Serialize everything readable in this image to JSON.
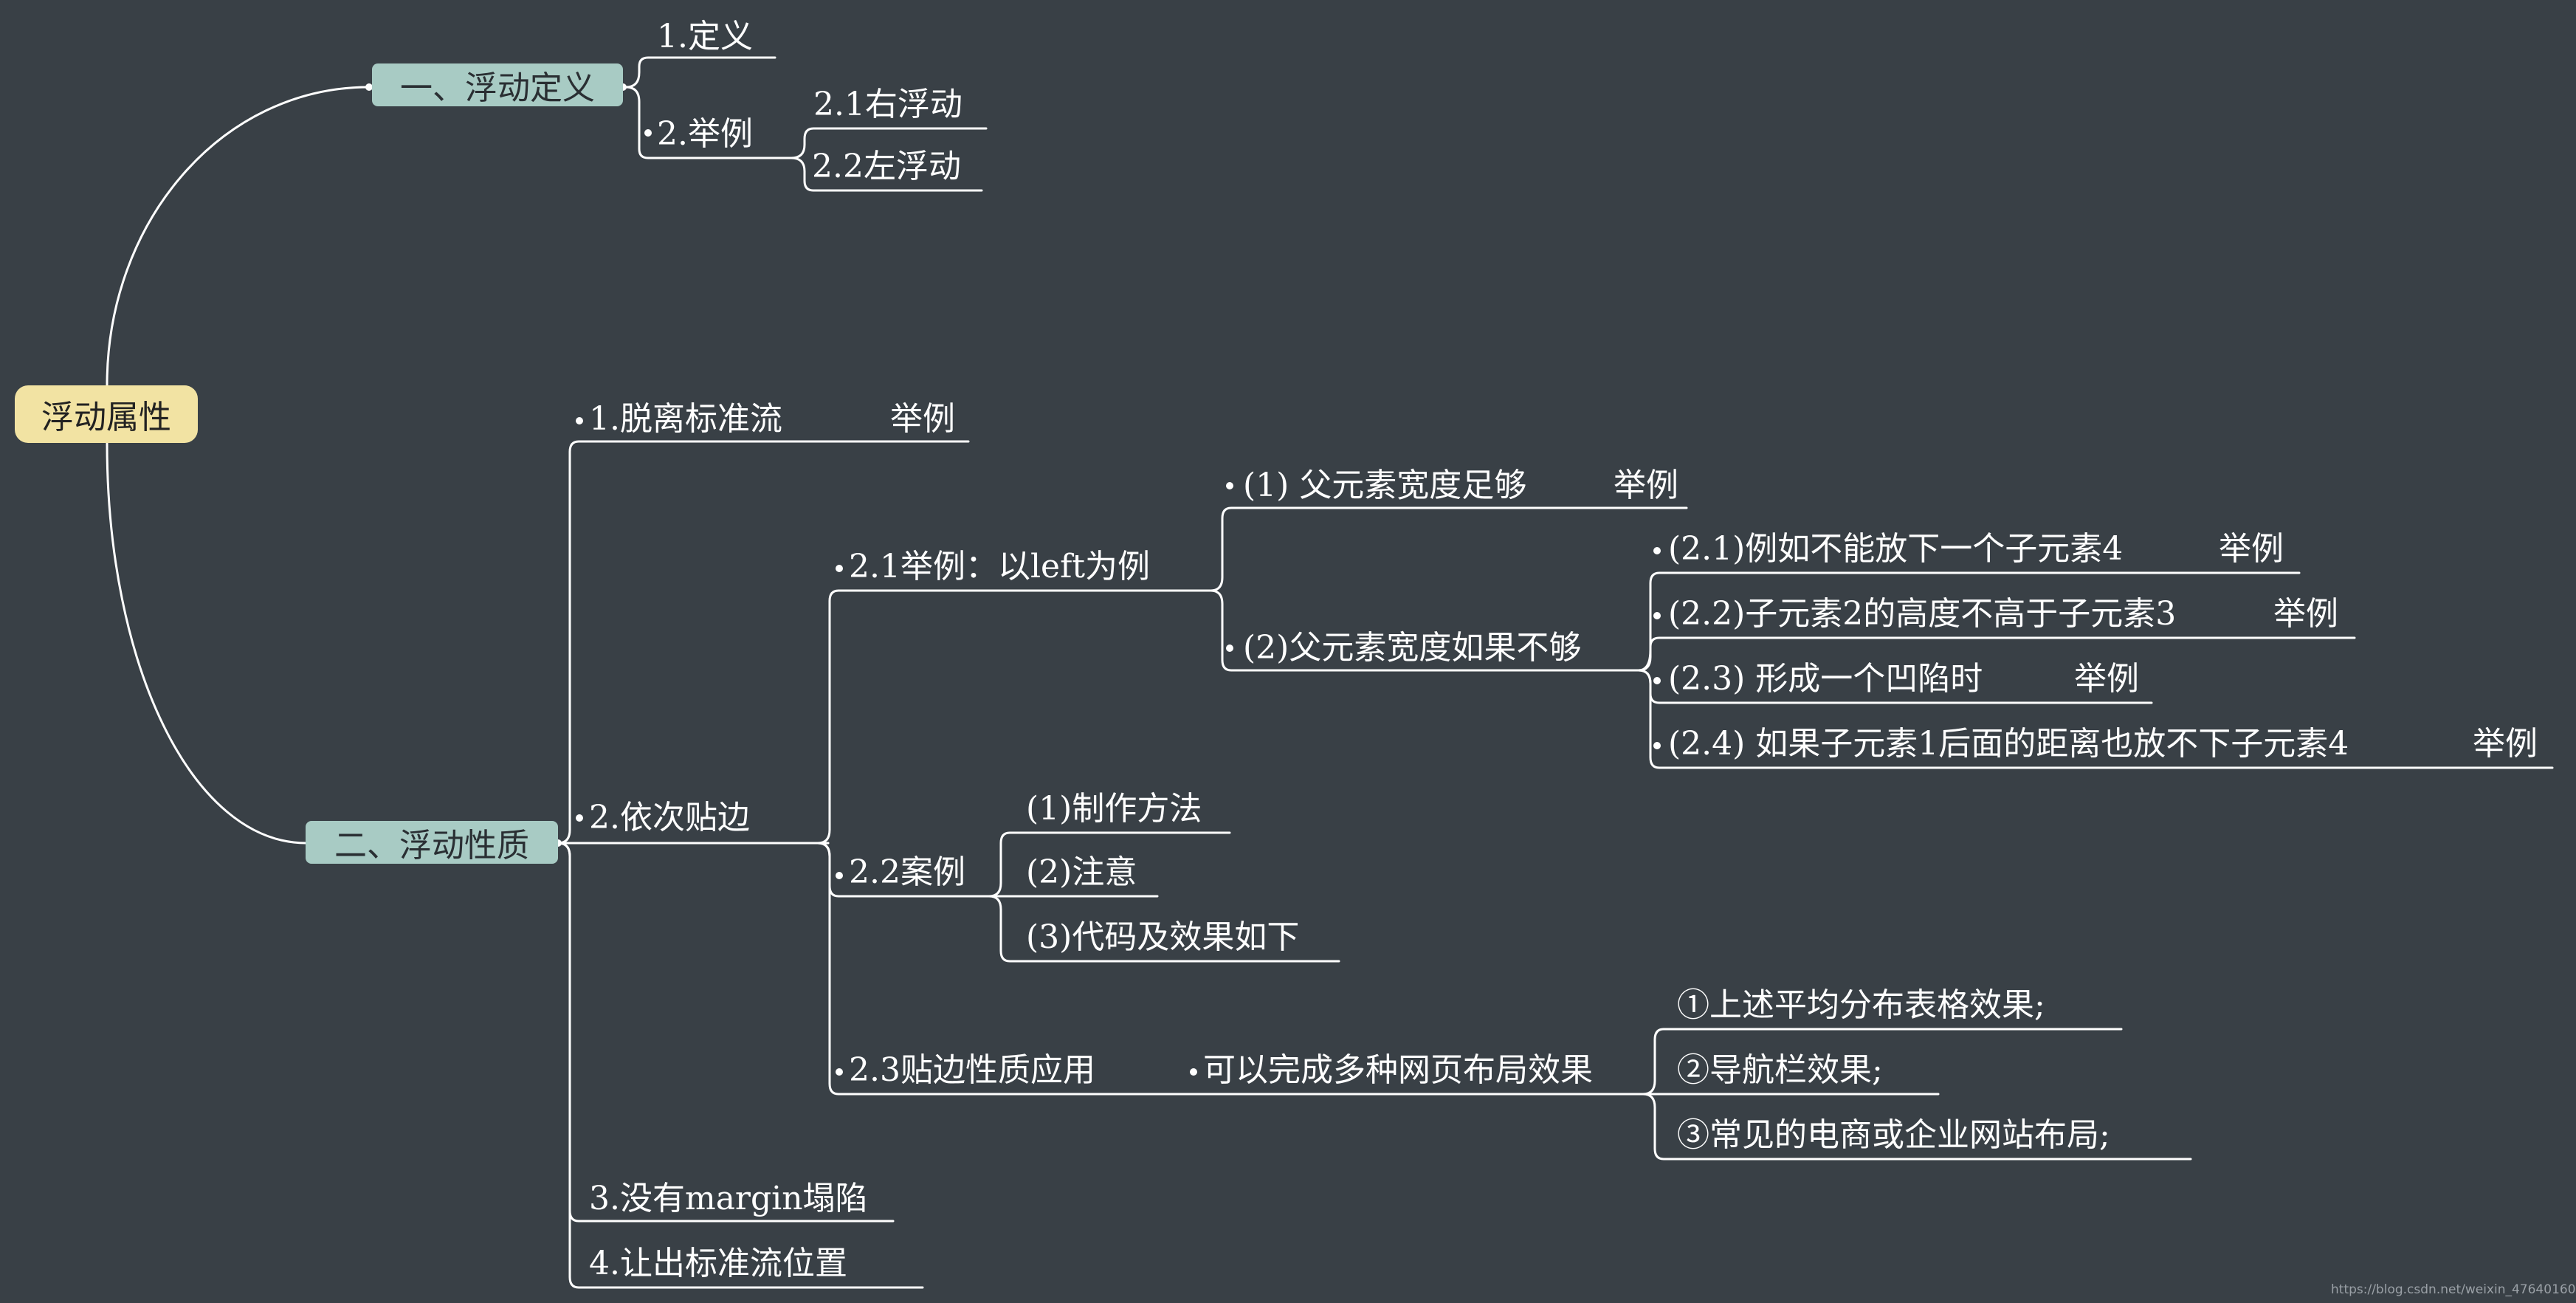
{
  "root": "浮动属性",
  "sec1": {
    "title": "一、浮动定义",
    "n1": "1.定义",
    "n2": "2.举例",
    "n2_1": "2.1右浮动",
    "n2_2": "2.2左浮动"
  },
  "sec2": {
    "title": "二、浮动性质",
    "p1": "1.脱离标准流",
    "p1_ex": "举例",
    "p2": "2.依次贴边",
    "p2_1": "2.1举例：以left为例",
    "p2_1_1": "(1) 父元素宽度足够",
    "p2_1_1_ex": "举例",
    "p2_1_2": "(2)父元素宽度如果不够",
    "c1": "(2.1)例如不能放下一个子元素4",
    "c1_ex": "举例",
    "c2": "(2.2)子元素2的高度不高于子元素3",
    "c2_ex": "举例",
    "c3": "(2.3) 形成一个凹陷时",
    "c3_ex": "举例",
    "c4": "(2.4) 如果子元素1后面的距离也放不下子元素4",
    "c4_ex": "举例",
    "p2_2": "2.2案例",
    "k1": "(1)制作方法",
    "k2": "(2)注意",
    "k3": "(3)代码及效果如下",
    "p2_3": "2.3贴边性质应用",
    "p2_3_1": "可以完成多种网页布局效果",
    "e1": "①上述平均分布表格效果;",
    "e2": "②导航栏效果;",
    "e3": "③常见的电商或企业网站布局;",
    "p3": "3.没有margin塌陷",
    "p4": "4.让出标准流位置"
  },
  "footer": "https://blog.csdn.net/weixin_47640160",
  "colors": {
    "background": "#394046",
    "root": "#f2e3a3",
    "section": "#a8cbc4",
    "line": "#ffffff"
  }
}
